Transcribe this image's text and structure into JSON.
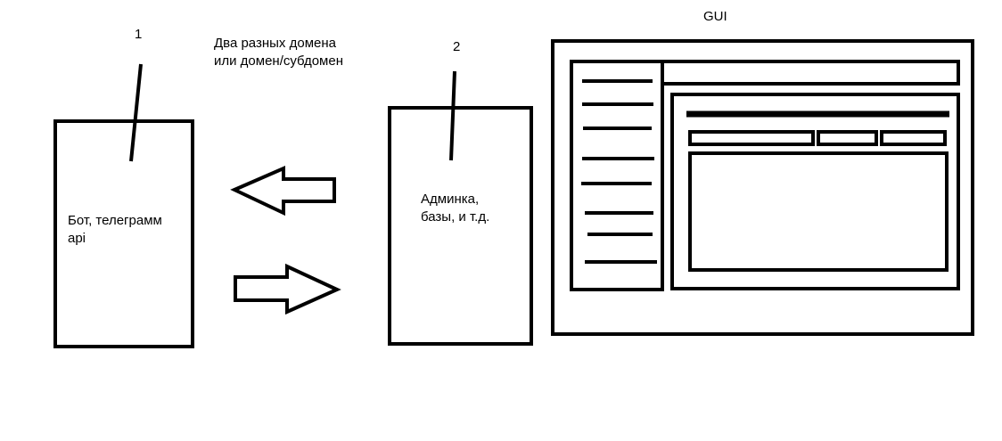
{
  "labels": {
    "box1_number": "1",
    "box2_number": "2",
    "domain_note": "Два разных домена\nили домен/субдомен",
    "box1_text": "Бот, телеграмм\napi",
    "box2_text": "Админка,\nбазы, и т.д.",
    "gui_title": "GUI"
  },
  "colors": {
    "stroke": "#000000",
    "background": "#ffffff"
  }
}
